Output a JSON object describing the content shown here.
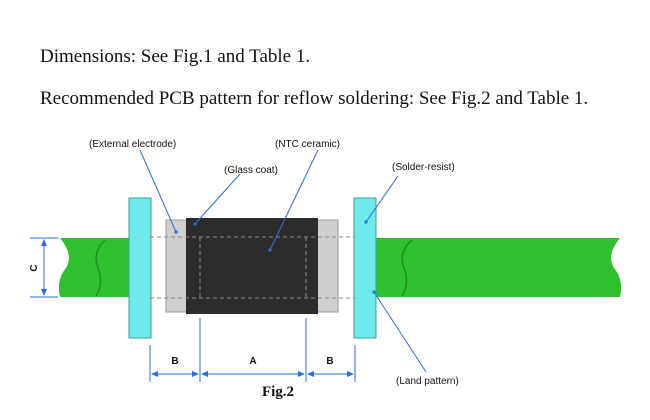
{
  "text": {
    "dimensions_line": "Dimensions: See Fig.1 and Table 1.",
    "pcb_line": "Recommended PCB pattern for reflow soldering: See Fig.2 and Table 1."
  },
  "figure": {
    "caption": "Fig.2",
    "labels": {
      "external_electrode": "(External electrode)",
      "ntc_ceramic": "(NTC ceramic)",
      "glass_coat": "(Glass coat)",
      "solder_resist": "(Solder-resist)",
      "land_pattern": "(Land pattern)"
    },
    "dimensions": {
      "a": "A",
      "b_left": "B",
      "b_right": "B",
      "c": "C"
    },
    "colors": {
      "land_green": "#2fbf2f",
      "solder_resist_cyan": "#6ee8e8",
      "ceramic_dark": "#2c2c2c",
      "electrode_gray": "#cfcfcf",
      "dimension_blue": "#2a6fd6"
    }
  }
}
